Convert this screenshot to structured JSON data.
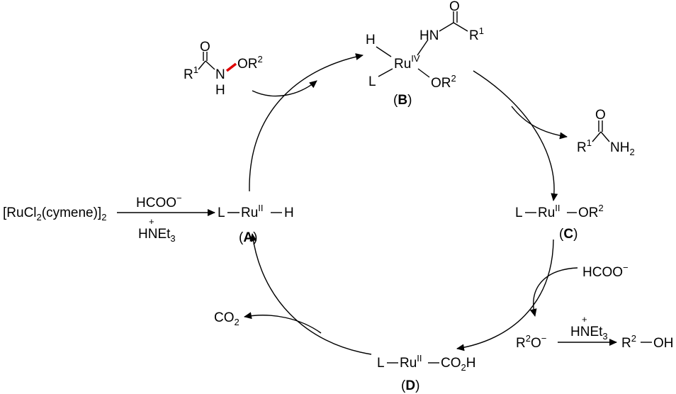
{
  "scheme": {
    "precursor": {
      "pre": "[RuCl",
      "sub1": "2",
      "mid": "(cymene)]",
      "sub2": "2"
    },
    "activation_reagent": {
      "name": "HCOO",
      "charge": "−"
    },
    "activation_base": {
      "plus": "+",
      "name": "HNEt",
      "sub": "3"
    },
    "A": {
      "L": "L",
      "metal": "Ru",
      "ox": "II",
      "ligand": "H",
      "label": "A"
    },
    "B": {
      "H": "H",
      "L": "L",
      "metal": "Ru",
      "ox": "IV",
      "OR": "OR",
      "OR_sup": "2",
      "HN": "HN",
      "O": "O",
      "R": "R",
      "R_sup": "1",
      "label": "B"
    },
    "substrate": {
      "O": "O",
      "R": "R",
      "R_sup": "1",
      "N": "N",
      "H": "H",
      "OR": "OR",
      "OR_sup": "2"
    },
    "product_amide": {
      "O": "O",
      "R": "R",
      "R_sup": "1",
      "NH": "NH",
      "NH_sub": "2"
    },
    "C": {
      "L": "L",
      "metal": "Ru",
      "ox": "II",
      "OR": "OR",
      "OR_sup": "2",
      "label": "C"
    },
    "formate_in": {
      "name": "HCOO",
      "charge": "−"
    },
    "alkoxide": {
      "R": "R",
      "R_sup": "2",
      "O": "O",
      "charge": "−"
    },
    "protonation_base": {
      "plus": "+",
      "name": "HNEt",
      "sub": "3"
    },
    "alcohol": {
      "R": "R",
      "R_sup": "2",
      "OH": "OH"
    },
    "D": {
      "L": "L",
      "metal": "Ru",
      "ox": "II",
      "CO": "CO",
      "CO_sub": "2",
      "H": "H",
      "label": "D"
    },
    "co2": {
      "CO": "CO",
      "sub": "2"
    }
  }
}
